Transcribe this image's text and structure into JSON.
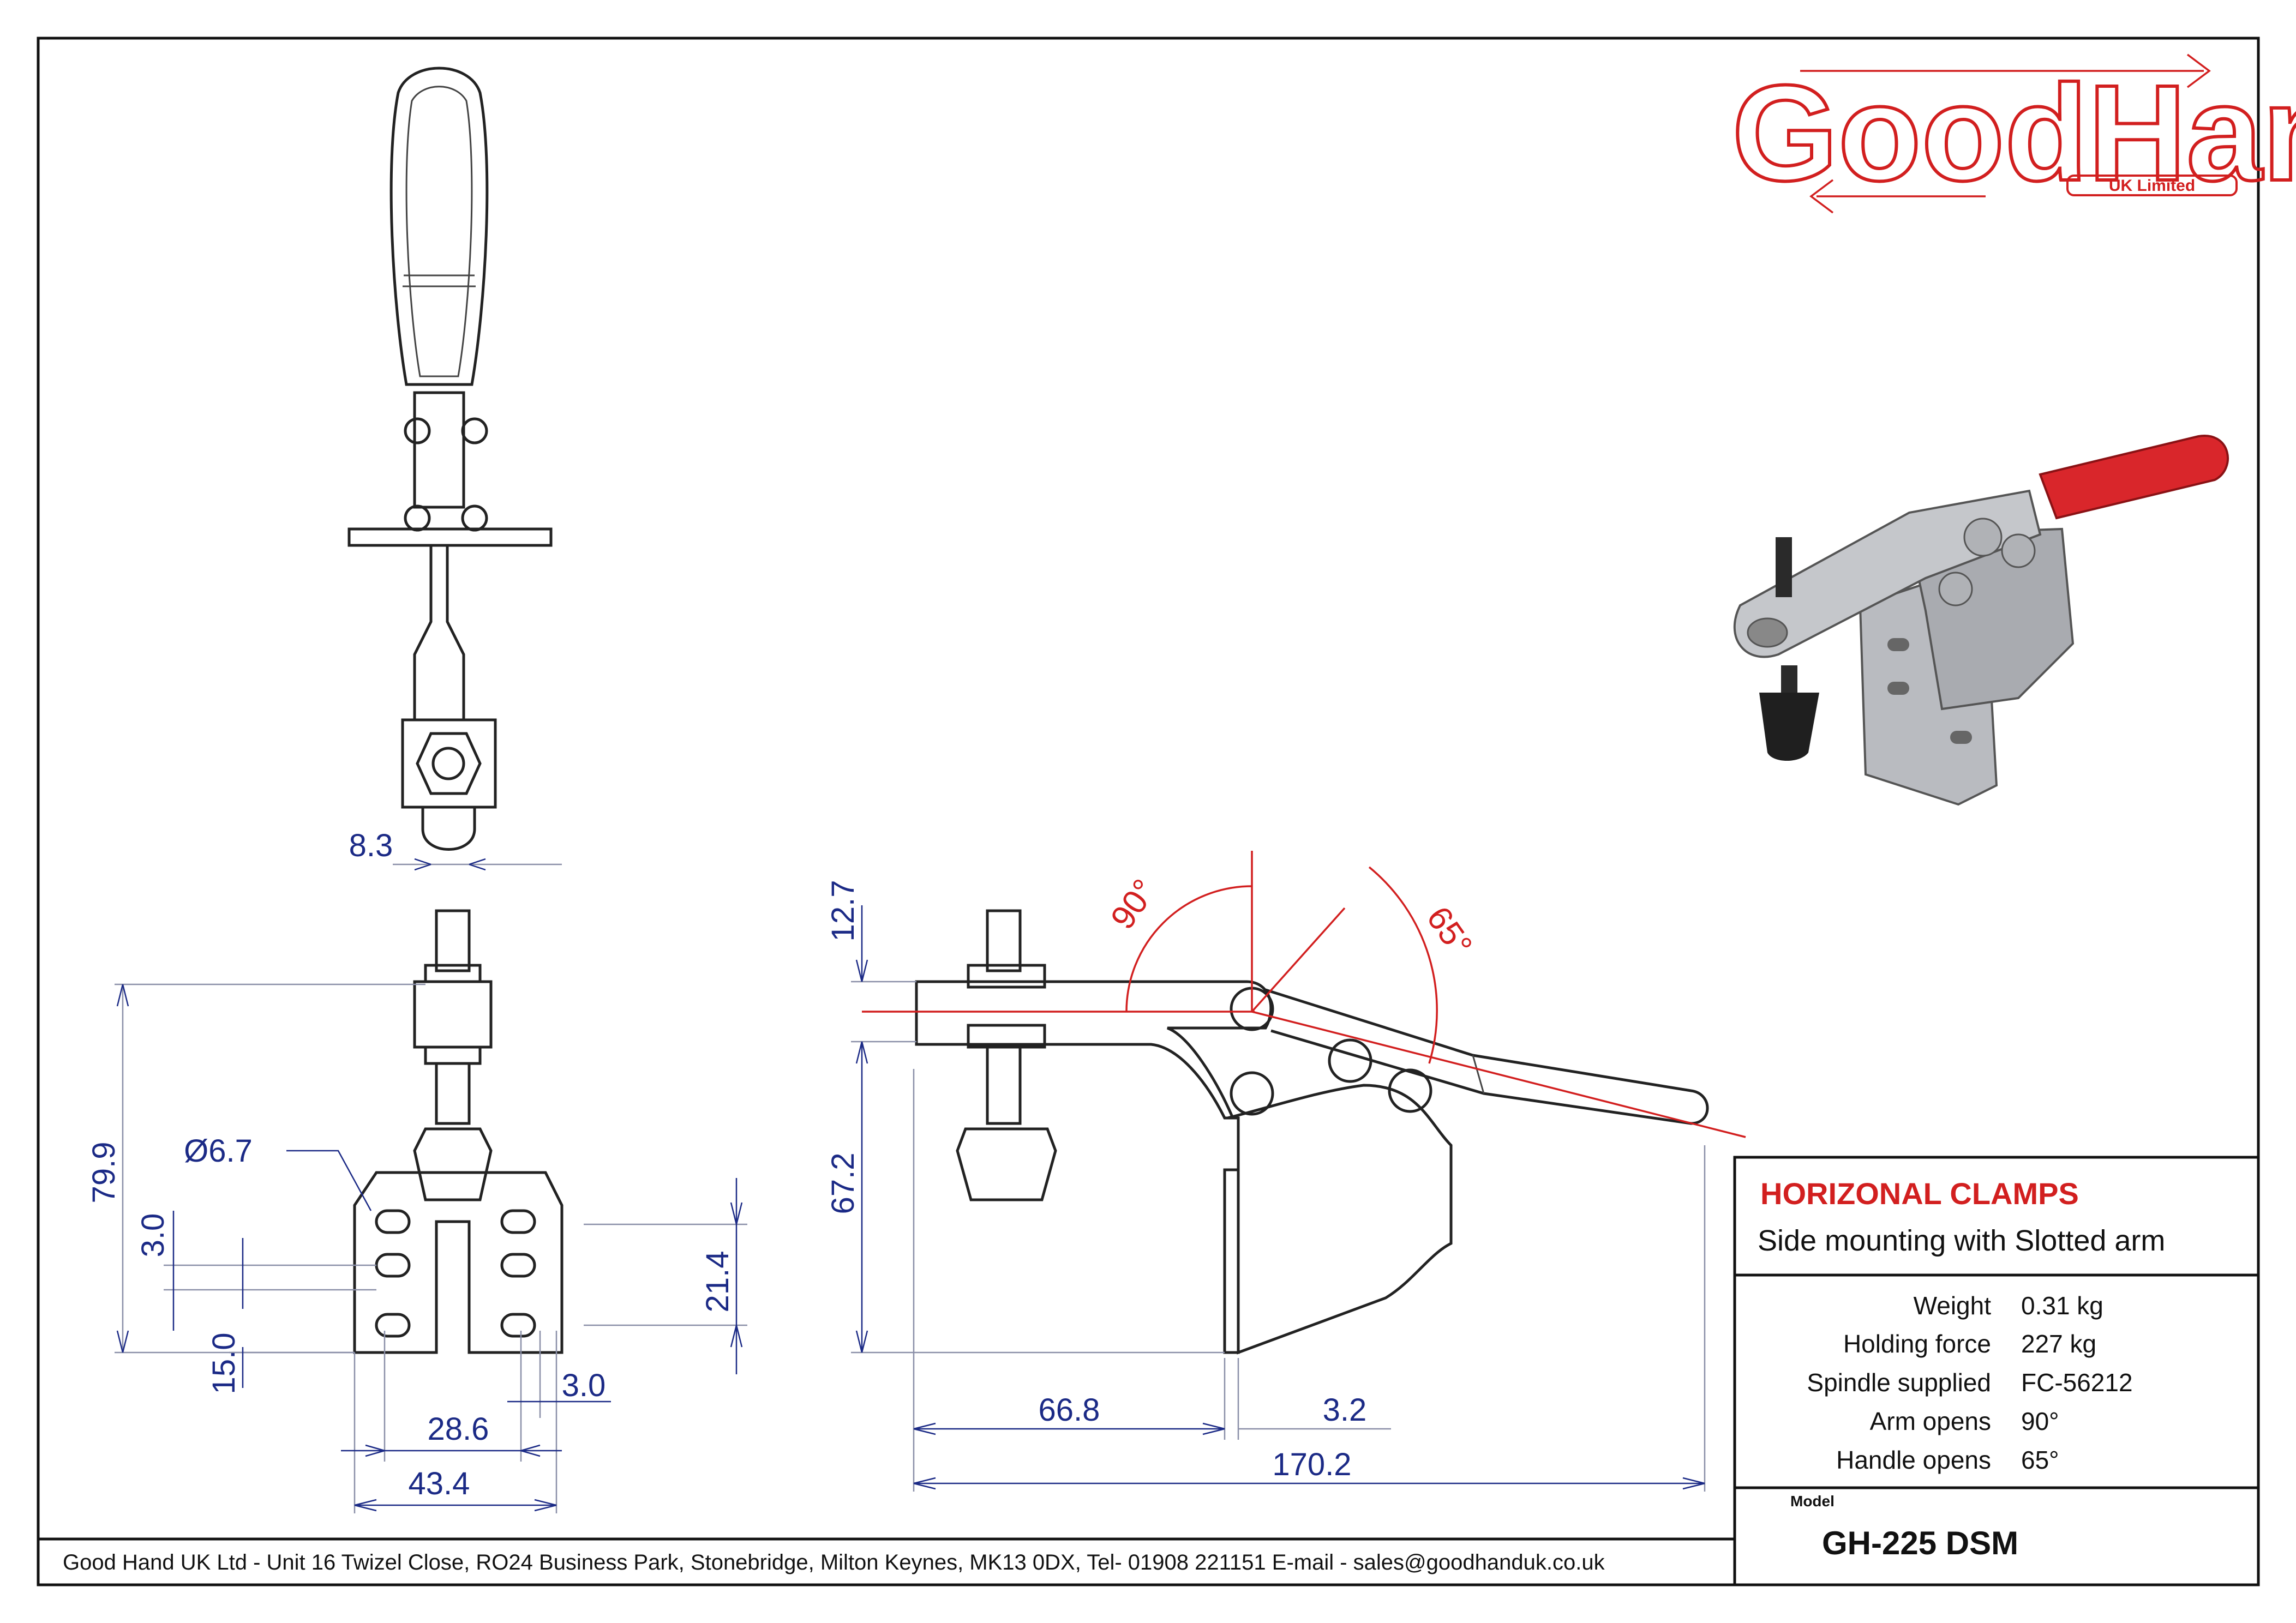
{
  "brand": {
    "logo_text": "GoodHand",
    "logo_sub": "UK Limited",
    "logo_color": "#d21f1f"
  },
  "title_block": {
    "heading": "HORIZONAL CLAMPS",
    "subheading": "Side mounting with Slotted arm",
    "specs": [
      {
        "label": "Weight",
        "value": "0.31 kg"
      },
      {
        "label": "Holding force",
        "value": "227 kg"
      },
      {
        "label": "Spindle supplied",
        "value": "FC-56212"
      },
      {
        "label": "Arm opens",
        "value": "90°"
      },
      {
        "label": "Handle opens",
        "value": "65°"
      }
    ],
    "model_label": "Model",
    "model_value": "GH-225 DSM"
  },
  "footer": {
    "address": "Good Hand UK Ltd  - Unit 16 Twizel Close, RO24 Business Park, Stonebridge, Milton Keynes, MK13 0DX,  Tel- 01908 221151  E-mail - sales@goodhanduk.co.uk"
  },
  "dimensions": {
    "top_view": {
      "d1": "8.3"
    },
    "front_view": {
      "height_total": "79.9",
      "hole_dia": "Ø6.7",
      "slot_gap": "3.0",
      "base_offset": "15.0",
      "hole_pitch": "21.4",
      "slot_width": "3.0",
      "hole_span": "28.6",
      "base_width": "43.4"
    },
    "side_view": {
      "spindle_height": "12.7",
      "base_height": "67.2",
      "arm_reach": "66.8",
      "plate_thickness": "3.2",
      "overall_length": "170.2",
      "arm_angle": "90°",
      "handle_angle": "65°"
    }
  },
  "colors": {
    "dimension_text": "#1b2a86",
    "angle_text": "#d21f1f",
    "handle_grip": "#d9262b",
    "spindle_tip": "#222222",
    "body_metal": "#a9abb0"
  }
}
